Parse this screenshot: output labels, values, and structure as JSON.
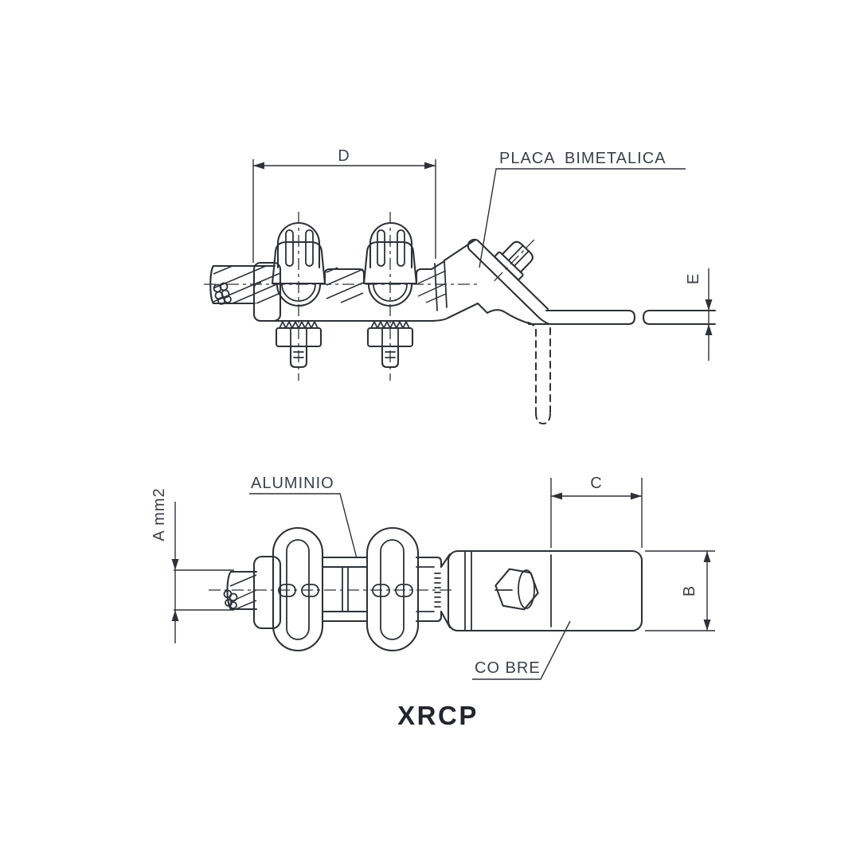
{
  "document": {
    "kind": "technical-drawing",
    "colors": {
      "line": "#2e3238",
      "text": "#3b4149",
      "title": "#22262c",
      "background": "#ffffff"
    }
  },
  "top_view": {
    "callout_plate": "PLACA BIMETALICA",
    "dim_d": "D",
    "dim_e": "E"
  },
  "bottom_view": {
    "callout_aluminum": "ALUMINIO",
    "callout_copper": "CO BRE",
    "dim_a": "A mm2",
    "dim_b": "B",
    "dim_c": "C"
  },
  "title": "XRCP"
}
